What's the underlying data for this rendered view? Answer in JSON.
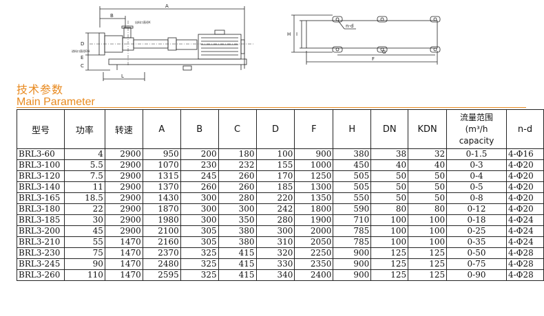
{
  "drawings": {
    "pump": {
      "labels": [
        "A",
        "B",
        "D",
        "E",
        "C",
        "L",
        "K"
      ],
      "outlet_note": "出料口直径K",
      "inlet_note": "进料口直径DN"
    },
    "base": {
      "labels": [
        "H",
        "I",
        "n-d",
        "G",
        "F"
      ]
    }
  },
  "section": {
    "title_zh": "技术参数",
    "title_en": "Main Parameter"
  },
  "table": {
    "headers": [
      "型号",
      "功率",
      "转速",
      "A",
      "B",
      "C",
      "D",
      "F",
      "H",
      "DN",
      "KDN",
      "流量范围",
      "n-d"
    ],
    "capacity_unit": "(m³/h",
    "capacity_en": "capacity",
    "rows": [
      [
        "BRL3-60",
        "4",
        "2900",
        "950",
        "200",
        "180",
        "100",
        "900",
        "380",
        "38",
        "32",
        "0-1.5",
        "4-Φ16"
      ],
      [
        "BRL3-100",
        "5.5",
        "2900",
        "1070",
        "230",
        "232",
        "155",
        "1000",
        "450",
        "40",
        "40",
        "0-3",
        "4-Φ20"
      ],
      [
        "BRL3-120",
        "7.5",
        "2900",
        "1315",
        "245",
        "260",
        "170",
        "1250",
        "505",
        "50",
        "50",
        "0-4",
        "4-Φ20"
      ],
      [
        "BRL3-140",
        "11",
        "2900",
        "1370",
        "260",
        "260",
        "185",
        "1300",
        "505",
        "50",
        "50",
        "0-5",
        "4-Φ20"
      ],
      [
        "BRL3-165",
        "18.5",
        "2900",
        "1430",
        "300",
        "280",
        "220",
        "1350",
        "550",
        "50",
        "50",
        "0-8",
        "4-Φ20"
      ],
      [
        "BRL3-180",
        "22",
        "2900",
        "1870",
        "300",
        "300",
        "242",
        "1800",
        "590",
        "80",
        "80",
        "0-12",
        "4-Φ20"
      ],
      [
        "BRL3-185",
        "30",
        "2900",
        "1980",
        "300",
        "350",
        "280",
        "1900",
        "710",
        "100",
        "100",
        "0-18",
        "4-Φ24"
      ],
      [
        "BRL3-200",
        "45",
        "2900",
        "2100",
        "305",
        "380",
        "300",
        "2000",
        "785",
        "100",
        "100",
        "0-25",
        "4-Φ24"
      ],
      [
        "BRL3-210",
        "55",
        "1470",
        "2160",
        "305",
        "380",
        "310",
        "2050",
        "785",
        "100",
        "100",
        "0-35",
        "4-Φ24"
      ],
      [
        "BRL3-230",
        "75",
        "1470",
        "2370",
        "325",
        "415",
        "320",
        "2250",
        "900",
        "125",
        "125",
        "0-50",
        "4-Φ28"
      ],
      [
        "BRL3-245",
        "90",
        "1470",
        "2480",
        "325",
        "415",
        "330",
        "2350",
        "900",
        "125",
        "125",
        "0-75",
        "4-Φ28"
      ],
      [
        "BRL3-260",
        "110",
        "1470",
        "2595",
        "325",
        "415",
        "340",
        "2400",
        "900",
        "125",
        "125",
        "0-90",
        "4-Φ28"
      ]
    ]
  }
}
